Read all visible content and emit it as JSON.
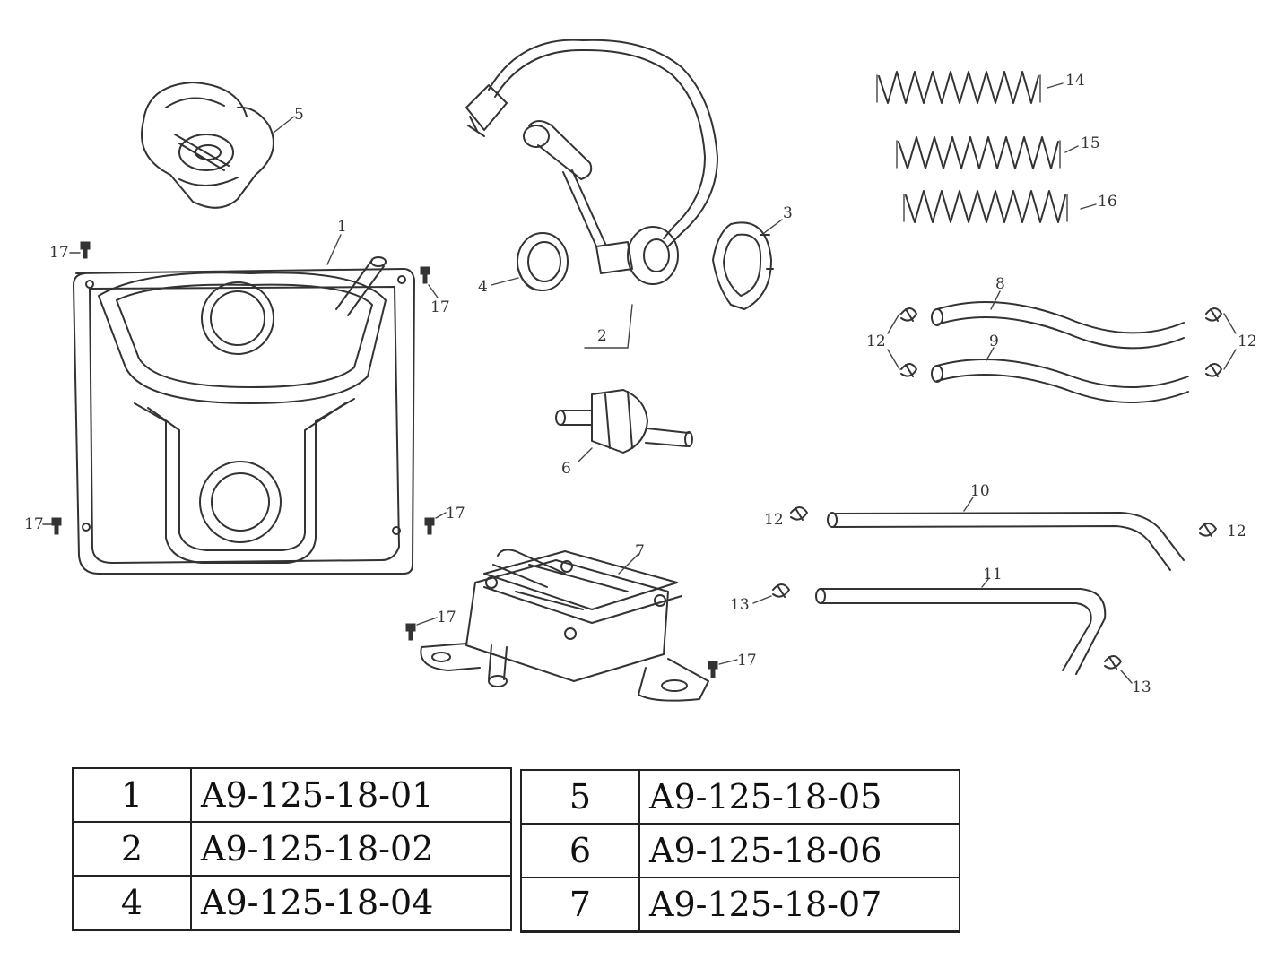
{
  "diagram": {
    "callouts": {
      "c1": "1",
      "c2": "2",
      "c3": "3",
      "c4": "4",
      "c5": "5",
      "c6": "6",
      "c7": "7",
      "c8": "8",
      "c9": "9",
      "c10": "10",
      "c11": "11",
      "c12a": "12",
      "c12b": "12",
      "c12c": "12",
      "c12d": "12",
      "c13a": "13",
      "c13b": "13",
      "c14": "14",
      "c15": "15",
      "c16": "16",
      "c17a": "17",
      "c17b": "17",
      "c17c": "17",
      "c17d": "17",
      "c17e": "17",
      "c17f": "17"
    }
  },
  "parts_table_left": {
    "rows": [
      {
        "num": "1",
        "code": "A9-125-18-01"
      },
      {
        "num": "2",
        "code": "A9-125-18-02"
      },
      {
        "num": "4",
        "code": "A9-125-18-04"
      }
    ]
  },
  "parts_table_right": {
    "rows": [
      {
        "num": "5",
        "code": "A9-125-18-05"
      },
      {
        "num": "6",
        "code": "A9-125-18-06"
      },
      {
        "num": "7",
        "code": "A9-125-18-07"
      }
    ]
  }
}
